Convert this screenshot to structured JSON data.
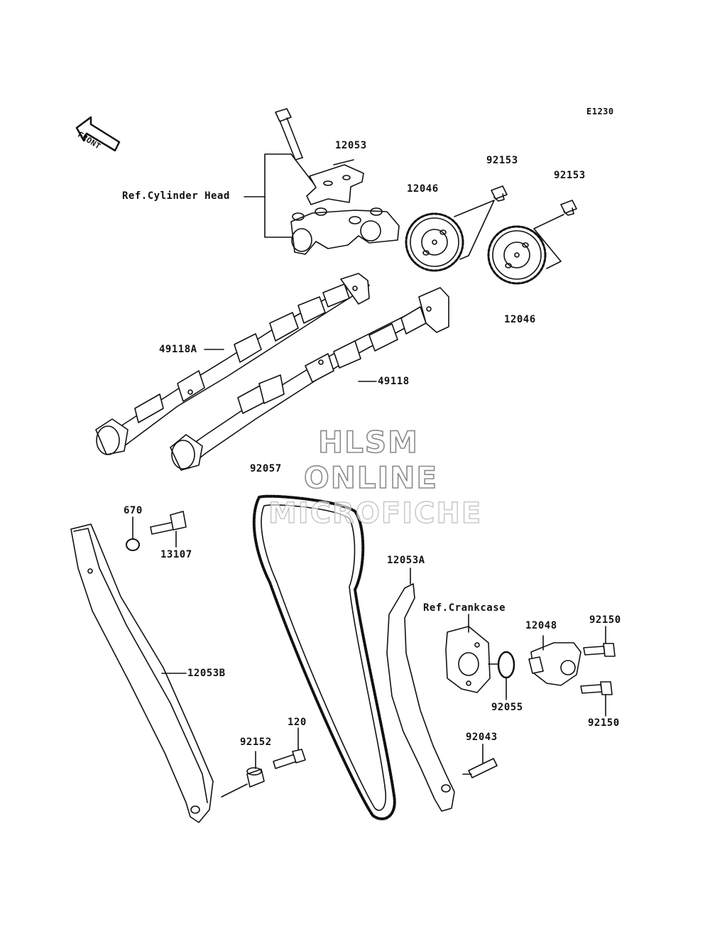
{
  "diagram": {
    "code": "E1230",
    "front_label": "FRONT",
    "ref_cylinder_head": "Ref.Cylinder Head",
    "ref_crankcase": "Ref.Crankcase",
    "parts": {
      "p12053": "12053",
      "p92153a": "92153",
      "p92153b": "92153",
      "p12046a": "12046",
      "p12046b": "12046",
      "p49118A": "49118A",
      "p49118": "49118",
      "p92057": "92057",
      "p670": "670",
      "p13107": "13107",
      "p12053A": "12053A",
      "p12048": "12048",
      "p92150a": "92150",
      "p92150b": "92150",
      "p12053B": "12053B",
      "p92055": "92055",
      "p120": "120",
      "p92152": "92152",
      "p92043": "92043"
    }
  },
  "watermark": {
    "line1": "HLSM",
    "line2": "ONLINE",
    "line3": "MICROFICHE"
  }
}
